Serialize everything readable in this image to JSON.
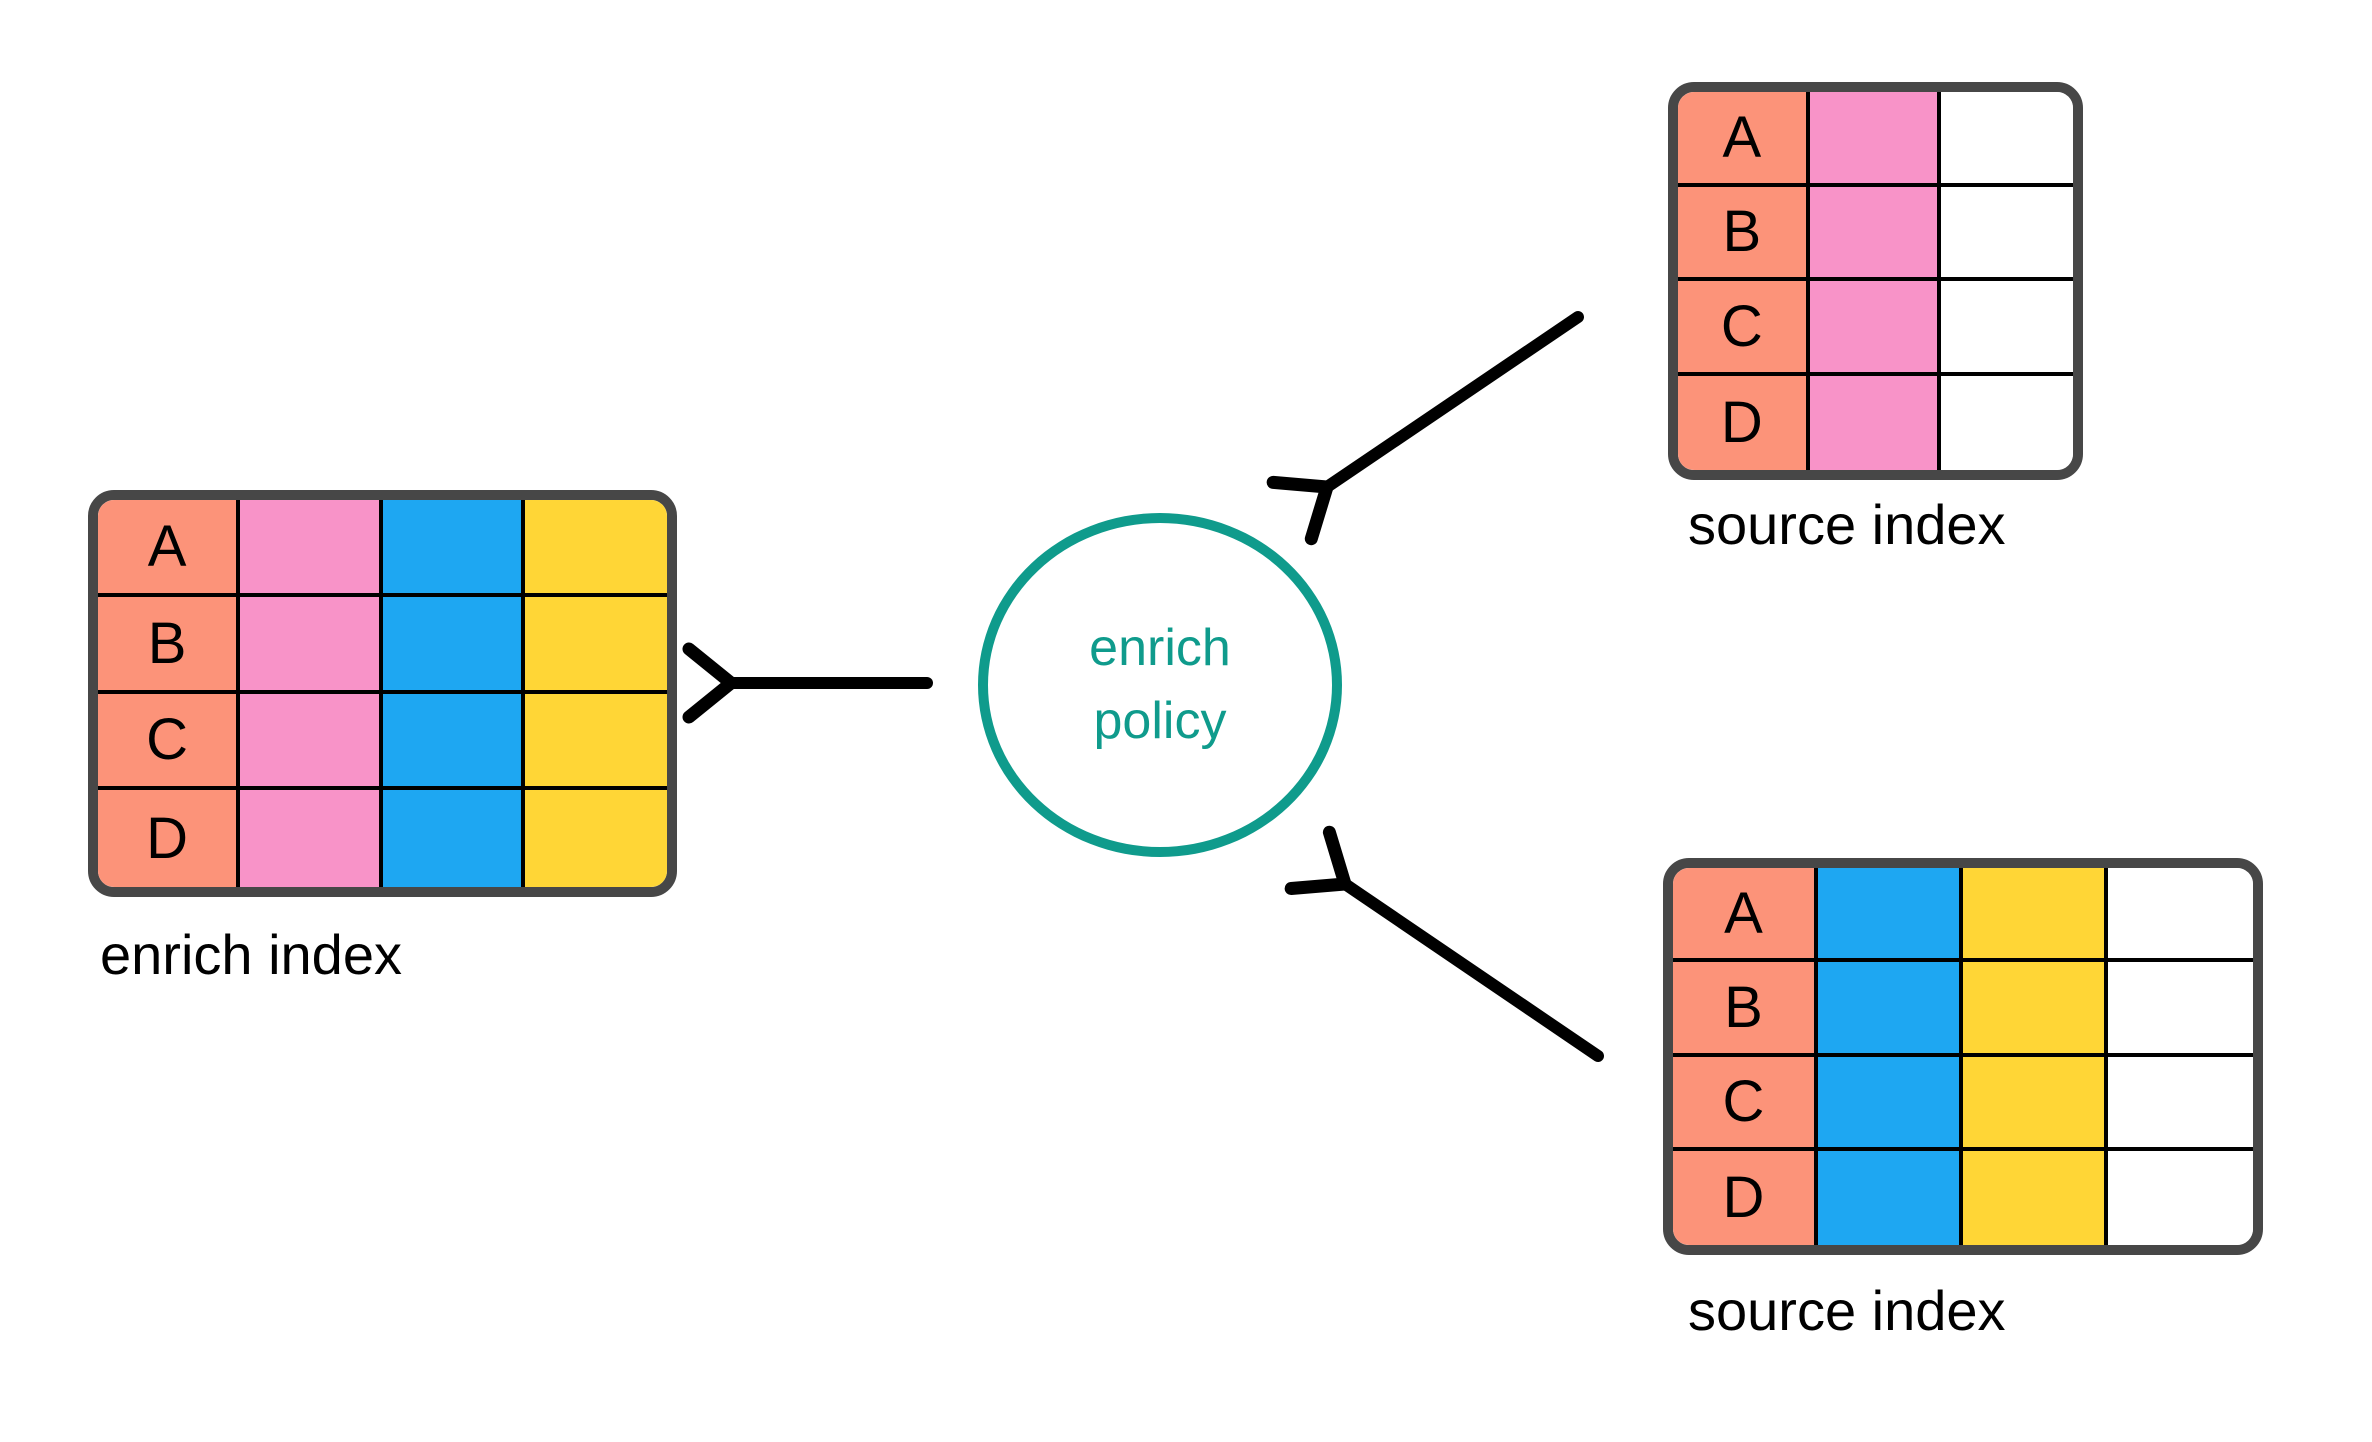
{
  "diagram_title": "",
  "policy": {
    "line1": "enrich",
    "line2": "policy"
  },
  "tables": [
    {
      "id": "enrich-index",
      "label": "enrich index",
      "rows": [
        "A",
        "B",
        "C",
        "D"
      ],
      "columns": [
        "salmon",
        "pink",
        "blue",
        "yellow"
      ]
    },
    {
      "id": "source-index-top",
      "label": "source index",
      "rows": [
        "A",
        "B",
        "C",
        "D"
      ],
      "columns": [
        "salmon",
        "pink",
        "white"
      ]
    },
    {
      "id": "source-index-bottom",
      "label": "source index",
      "rows": [
        "A",
        "B",
        "C",
        "D"
      ],
      "columns": [
        "salmon",
        "blue",
        "yellow",
        "white"
      ]
    }
  ],
  "colors": {
    "salmon": "#FC9379",
    "pink": "#F893C8",
    "blue": "#1EA7F2",
    "yellow": "#FFD636",
    "white": "#FFFFFF",
    "teal": "#0F9B8C",
    "table_border": "#474747",
    "grid_line": "#000000",
    "arrow": "#000000",
    "background": "#FFFFFF"
  }
}
